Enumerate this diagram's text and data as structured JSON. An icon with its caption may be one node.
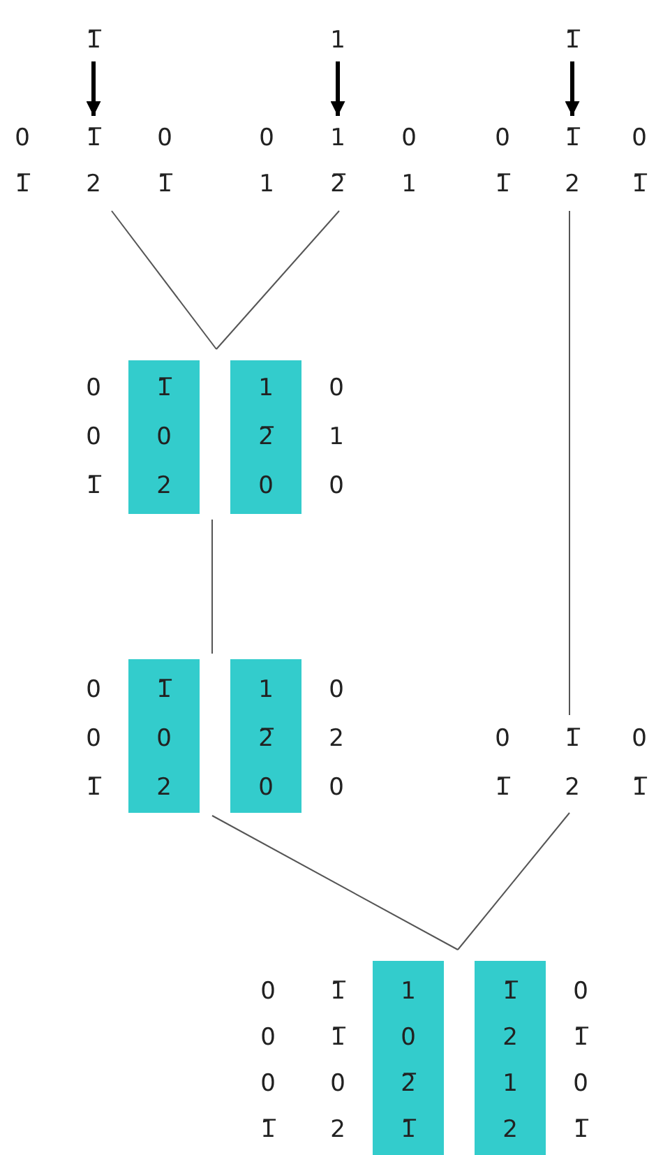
{
  "diagram": {
    "nodes": [
      {
        "text": [
          "1̅"
        ]
      },
      {
        "text": [
          "1"
        ]
      },
      {
        "text": [
          "1̅"
        ]
      },
      {
        "text": [
          "0 1̅",
          "1̅ 2",
          "0 1̅"
        ]
      },
      {
        "text": [
          "0 1",
          "1 2̅",
          "0 1"
        ]
      },
      {
        "text": [
          "0 1̅",
          "1̅ 2",
          "0 1̅"
        ]
      },
      {
        "text": [
          "0 0 1̅",
          "0 1 0"
        ]
      },
      {
        "text": [
          "1̅ 0 2"
        ],
        "in": 6
      },
      {
        "text": [
          "1 2̅ 0"
        ],
        "in": 6
      },
      {
        "text": [
          "0 0 1̅",
          "0 2 0"
        ]
      },
      {
        "text": [
          "1̅ 0 2"
        ],
        "in": 9
      },
      {
        "text": [
          "1 2̅ 0"
        ],
        "in": 9
      },
      {
        "text": [
          "0 1̅",
          "1̅ 2",
          "0 1̅"
        ]
      },
      {
        "text": [
          "0 0 0 1̅",
          "1̅ 1̅ 0 2",
          "0 1̅ 0 1̅"
        ]
      },
      {
        "text": [
          "1 0 2̅ 1̅"
        ],
        "in": 13
      },
      {
        "text": [
          "1̅ 2 1 2"
        ],
        "in": 13
      }
    ],
    "edges": [
      {
        "from": 0,
        "to": 3,
        "arrow": "to",
        "style": "thick",
        "color": "#000000"
      },
      {
        "from": 1,
        "to": 4,
        "arrow": "to",
        "style": "thick",
        "color": "#000000"
      },
      {
        "from": 2,
        "to": 5,
        "arrow": "to",
        "style": "thick",
        "color": "#000000"
      },
      {
        "from": 3,
        "to": 6,
        "arrow": "none"
      },
      {
        "from": 4,
        "to": 6,
        "arrow": "none"
      },
      {
        "from": 6,
        "to": 9,
        "arrow": "none"
      },
      {
        "from": 5,
        "to": 12,
        "arrow": "none"
      },
      {
        "from": 9,
        "to": 13,
        "arrow": "none"
      },
      {
        "from": 12,
        "to": 13,
        "arrow": "none"
      }
    ]
  }
}
